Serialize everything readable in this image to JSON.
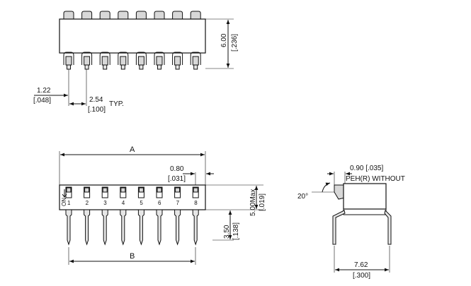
{
  "top_view": {
    "height_mm": "6.00",
    "height_in": "[.236]",
    "offset_mm": "1.22",
    "offset_in": "[.048]",
    "pitch_mm": "2.54",
    "pitch_in": "[.100]",
    "pitch_note": "TYP."
  },
  "front_view": {
    "length_label": "A",
    "lead_span_label": "B",
    "lead_width_mm": "0.80",
    "lead_width_in": "[.031]",
    "max_height_mm": "5.00Max",
    "max_height_in": "[.019]",
    "lead_length_mm": "3.50",
    "lead_length_in": "[.138]",
    "on_label": "ON",
    "position_numbers": [
      "1",
      "2",
      "3",
      "4",
      "5",
      "6",
      "7",
      "8"
    ]
  },
  "side_view": {
    "thickness_note": "0.90 [.035]",
    "without_note": "PEH(R) WITHOUT",
    "angle": "20°",
    "row_spacing_mm": "7.62",
    "row_spacing_in": "[.300]"
  },
  "colors": {
    "line": "#111111",
    "actuator_fill": "#d8d8d8",
    "background": "#ffffff"
  }
}
